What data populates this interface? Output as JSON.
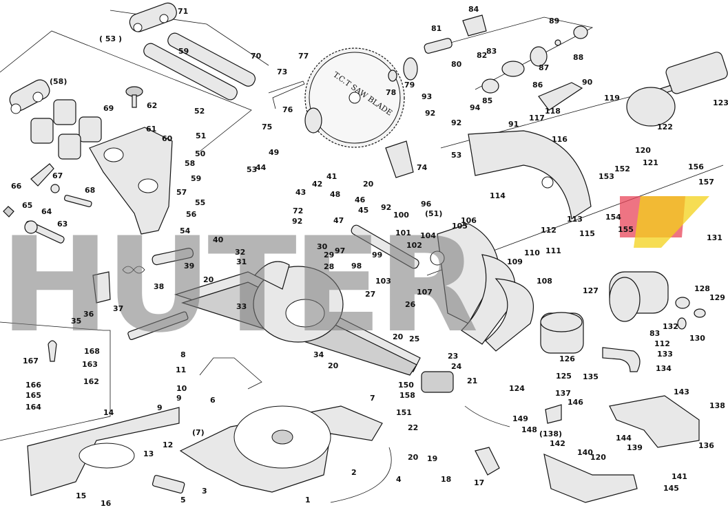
{
  "watermark": {
    "text": "HUTER",
    "color": "#7a7a7a",
    "logo_colors": [
      "#e8455a",
      "#f3d11a"
    ]
  },
  "blade_text": "T.C.T SAW BLADE",
  "labels": [
    {
      "id": "l1",
      "text": "1"
    },
    {
      "id": "l2",
      "text": "2"
    },
    {
      "id": "l3",
      "text": "3"
    },
    {
      "id": "l4",
      "text": "4"
    },
    {
      "id": "l5",
      "text": "5"
    },
    {
      "id": "l6",
      "text": "6"
    },
    {
      "id": "l7",
      "text": "7"
    },
    {
      "id": "l7b",
      "text": "(7)"
    },
    {
      "id": "l8",
      "text": "8"
    },
    {
      "id": "l9",
      "text": "9"
    },
    {
      "id": "l9b",
      "text": "9"
    },
    {
      "id": "l10",
      "text": "10"
    },
    {
      "id": "l11",
      "text": "11"
    },
    {
      "id": "l12",
      "text": "12"
    },
    {
      "id": "l13",
      "text": "13"
    },
    {
      "id": "l14",
      "text": "14"
    },
    {
      "id": "l15",
      "text": "15"
    },
    {
      "id": "l16",
      "text": "16"
    },
    {
      "id": "l17",
      "text": "17"
    },
    {
      "id": "l18",
      "text": "18"
    },
    {
      "id": "l19",
      "text": "19"
    },
    {
      "id": "l20a",
      "text": "20"
    },
    {
      "id": "l20b",
      "text": "20"
    },
    {
      "id": "l20c",
      "text": "20"
    },
    {
      "id": "l20d",
      "text": "20"
    },
    {
      "id": "l20e",
      "text": "20"
    },
    {
      "id": "l21",
      "text": "21"
    },
    {
      "id": "l22",
      "text": "22"
    },
    {
      "id": "l23",
      "text": "23"
    },
    {
      "id": "l24",
      "text": "24"
    },
    {
      "id": "l25",
      "text": "25"
    },
    {
      "id": "l26",
      "text": "26"
    },
    {
      "id": "l27",
      "text": "27"
    },
    {
      "id": "l28",
      "text": "28"
    },
    {
      "id": "l29",
      "text": "29"
    },
    {
      "id": "l30",
      "text": "30"
    },
    {
      "id": "l31",
      "text": "31"
    },
    {
      "id": "l32",
      "text": "32"
    },
    {
      "id": "l33",
      "text": "33"
    },
    {
      "id": "l34",
      "text": "34"
    },
    {
      "id": "l35",
      "text": "35"
    },
    {
      "id": "l36",
      "text": "36"
    },
    {
      "id": "l37",
      "text": "37"
    },
    {
      "id": "l38",
      "text": "38"
    },
    {
      "id": "l39",
      "text": "39"
    },
    {
      "id": "l40",
      "text": "40"
    },
    {
      "id": "l41",
      "text": "41"
    },
    {
      "id": "l42",
      "text": "42"
    },
    {
      "id": "l43",
      "text": "43"
    },
    {
      "id": "l44",
      "text": "44"
    },
    {
      "id": "l45",
      "text": "45"
    },
    {
      "id": "l46",
      "text": "46"
    },
    {
      "id": "l47",
      "text": "47"
    },
    {
      "id": "l48",
      "text": "48"
    },
    {
      "id": "l49",
      "text": "49"
    },
    {
      "id": "l50",
      "text": "50"
    },
    {
      "id": "l51",
      "text": "51"
    },
    {
      "id": "l51b",
      "text": "(51)"
    },
    {
      "id": "l52",
      "text": "52"
    },
    {
      "id": "l53",
      "text": "53"
    },
    {
      "id": "l53b",
      "text": "53"
    },
    {
      "id": "l53c",
      "text": "( 53 )"
    },
    {
      "id": "l54",
      "text": "54"
    },
    {
      "id": "l55",
      "text": "55"
    },
    {
      "id": "l56",
      "text": "56"
    },
    {
      "id": "l57",
      "text": "57"
    },
    {
      "id": "l58",
      "text": "58"
    },
    {
      "id": "l58b",
      "text": "(58)"
    },
    {
      "id": "l59",
      "text": "59"
    },
    {
      "id": "l59b",
      "text": "59"
    },
    {
      "id": "l60",
      "text": "60"
    },
    {
      "id": "l61",
      "text": "61"
    },
    {
      "id": "l62",
      "text": "62"
    },
    {
      "id": "l63",
      "text": "63"
    },
    {
      "id": "l64",
      "text": "64"
    },
    {
      "id": "l65",
      "text": "65"
    },
    {
      "id": "l66",
      "text": "66"
    },
    {
      "id": "l67",
      "text": "67"
    },
    {
      "id": "l68",
      "text": "68"
    },
    {
      "id": "l69",
      "text": "69"
    },
    {
      "id": "l70",
      "text": "70"
    },
    {
      "id": "l71",
      "text": "71"
    },
    {
      "id": "l72",
      "text": "72"
    },
    {
      "id": "l73",
      "text": "73"
    },
    {
      "id": "l74",
      "text": "74"
    },
    {
      "id": "l75",
      "text": "75"
    },
    {
      "id": "l76",
      "text": "76"
    },
    {
      "id": "l77",
      "text": "77"
    },
    {
      "id": "l78",
      "text": "78"
    },
    {
      "id": "l79",
      "text": "79"
    },
    {
      "id": "l80",
      "text": "80"
    },
    {
      "id": "l81",
      "text": "81"
    },
    {
      "id": "l82",
      "text": "82"
    },
    {
      "id": "l83",
      "text": "83"
    },
    {
      "id": "l83b",
      "text": "83"
    },
    {
      "id": "l84",
      "text": "84"
    },
    {
      "id": "l85",
      "text": "85"
    },
    {
      "id": "l86",
      "text": "86"
    },
    {
      "id": "l87",
      "text": "87"
    },
    {
      "id": "l88",
      "text": "88"
    },
    {
      "id": "l89",
      "text": "89"
    },
    {
      "id": "l90",
      "text": "90"
    },
    {
      "id": "l91",
      "text": "91"
    },
    {
      "id": "l92a",
      "text": "92"
    },
    {
      "id": "l92b",
      "text": "92"
    },
    {
      "id": "l92c",
      "text": "92"
    },
    {
      "id": "l92d",
      "text": "92"
    },
    {
      "id": "l93",
      "text": "93"
    },
    {
      "id": "l94",
      "text": "94"
    },
    {
      "id": "l96",
      "text": "96"
    },
    {
      "id": "l97",
      "text": "97"
    },
    {
      "id": "l98",
      "text": "98"
    },
    {
      "id": "l99",
      "text": "99"
    },
    {
      "id": "l100",
      "text": "100"
    },
    {
      "id": "l101",
      "text": "101"
    },
    {
      "id": "l102",
      "text": "102"
    },
    {
      "id": "l103",
      "text": "103"
    },
    {
      "id": "l104",
      "text": "104"
    },
    {
      "id": "l105",
      "text": "105"
    },
    {
      "id": "l106",
      "text": "106"
    },
    {
      "id": "l107",
      "text": "107"
    },
    {
      "id": "l108",
      "text": "108"
    },
    {
      "id": "l109",
      "text": "109"
    },
    {
      "id": "l110",
      "text": "110"
    },
    {
      "id": "l111",
      "text": "111"
    },
    {
      "id": "l112a",
      "text": "112"
    },
    {
      "id": "l112b",
      "text": "112"
    },
    {
      "id": "l113",
      "text": "113"
    },
    {
      "id": "l114",
      "text": "114"
    },
    {
      "id": "l115",
      "text": "115"
    },
    {
      "id": "l116",
      "text": "116"
    },
    {
      "id": "l117",
      "text": "117"
    },
    {
      "id": "l118",
      "text": "118"
    },
    {
      "id": "l119",
      "text": "119"
    },
    {
      "id": "l120",
      "text": "120"
    },
    {
      "id": "l120b",
      "text": "120"
    },
    {
      "id": "l121",
      "text": "121"
    },
    {
      "id": "l122",
      "text": "122"
    },
    {
      "id": "l123",
      "text": "123"
    },
    {
      "id": "l124",
      "text": "124"
    },
    {
      "id": "l125",
      "text": "125"
    },
    {
      "id": "l126",
      "text": "126"
    },
    {
      "id": "l127",
      "text": "127"
    },
    {
      "id": "l128",
      "text": "128"
    },
    {
      "id": "l129",
      "text": "129"
    },
    {
      "id": "l130",
      "text": "130"
    },
    {
      "id": "l131",
      "text": "131"
    },
    {
      "id": "l132",
      "text": "132"
    },
    {
      "id": "l133",
      "text": "133"
    },
    {
      "id": "l134",
      "text": "134"
    },
    {
      "id": "l135",
      "text": "135"
    },
    {
      "id": "l136",
      "text": "136"
    },
    {
      "id": "l137",
      "text": "137"
    },
    {
      "id": "l138",
      "text": "138"
    },
    {
      "id": "l138b",
      "text": "(138)"
    },
    {
      "id": "l139",
      "text": "139"
    },
    {
      "id": "l140",
      "text": "140"
    },
    {
      "id": "l141",
      "text": "141"
    },
    {
      "id": "l142",
      "text": "142"
    },
    {
      "id": "l143",
      "text": "143"
    },
    {
      "id": "l144",
      "text": "144"
    },
    {
      "id": "l145",
      "text": "145"
    },
    {
      "id": "l146",
      "text": "146"
    },
    {
      "id": "l148",
      "text": "148"
    },
    {
      "id": "l149",
      "text": "149"
    },
    {
      "id": "l150",
      "text": "150"
    },
    {
      "id": "l151",
      "text": "151"
    },
    {
      "id": "l152",
      "text": "152"
    },
    {
      "id": "l153",
      "text": "153"
    },
    {
      "id": "l154",
      "text": "154"
    },
    {
      "id": "l155",
      "text": "155"
    },
    {
      "id": "l156",
      "text": "156"
    },
    {
      "id": "l157",
      "text": "157"
    },
    {
      "id": "l158",
      "text": "158"
    },
    {
      "id": "l162",
      "text": "162"
    },
    {
      "id": "l163",
      "text": "163"
    },
    {
      "id": "l164",
      "text": "164"
    },
    {
      "id": "l165",
      "text": "165"
    },
    {
      "id": "l166",
      "text": "166"
    },
    {
      "id": "l167",
      "text": "167"
    },
    {
      "id": "l168",
      "text": "168"
    }
  ]
}
